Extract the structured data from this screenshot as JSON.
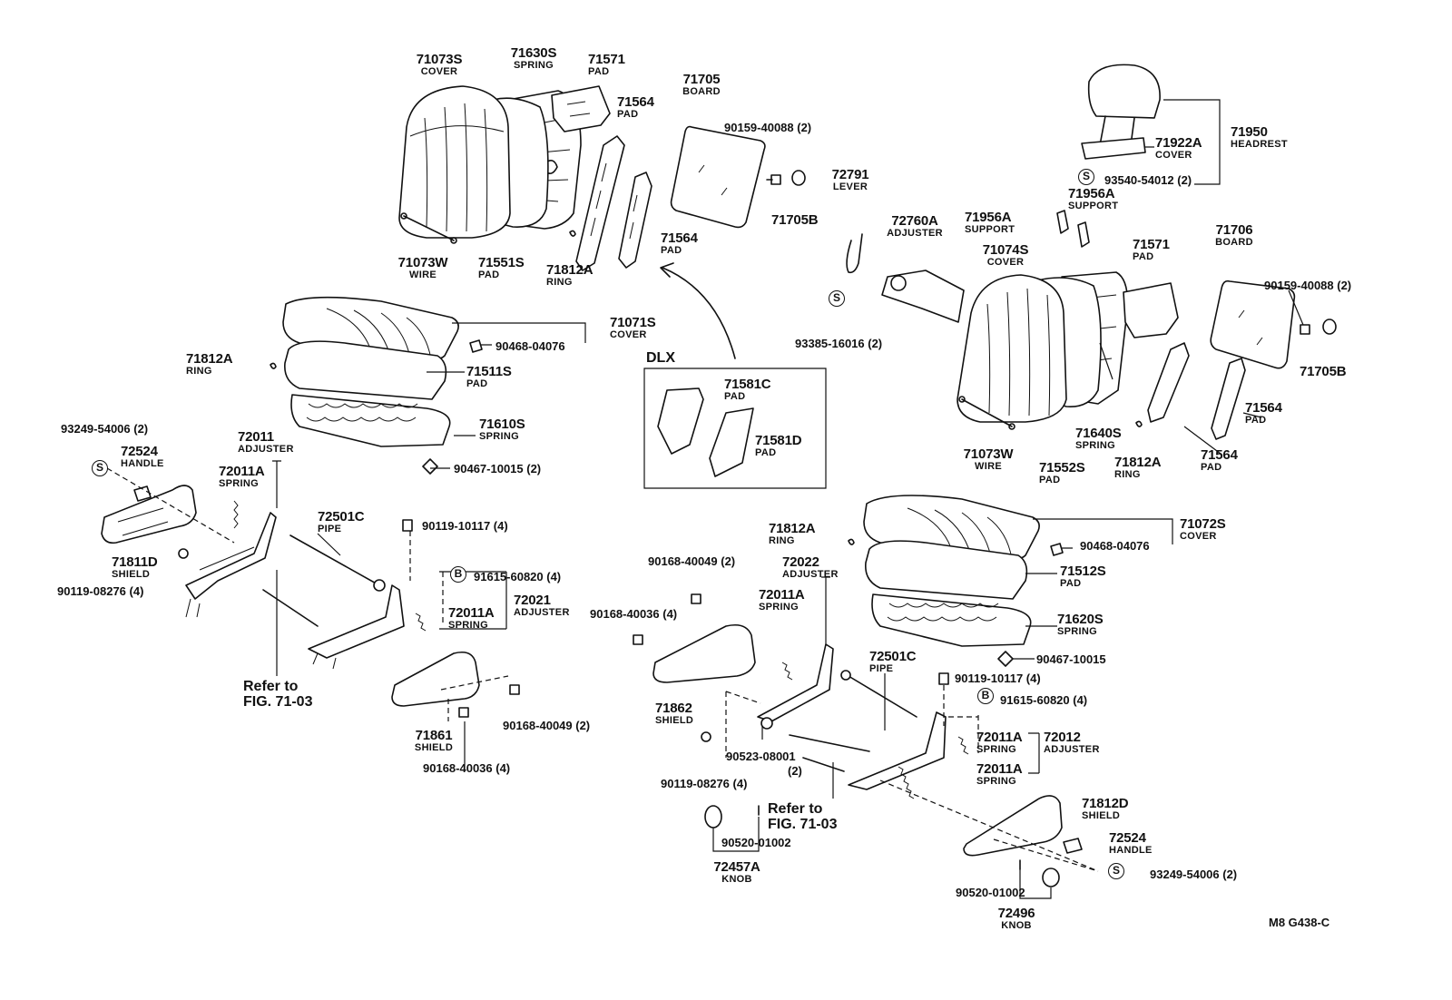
{
  "drawing_code": "M8 G438-C",
  "variant_box_label": "DLX",
  "refer_note": {
    "line1": "Refer to",
    "line2": "FIG. 71-03"
  },
  "symbols": {
    "s": "S",
    "b": "B"
  },
  "callouts": [
    {
      "id": "c1",
      "part": "71073S",
      "name": "COVER"
    },
    {
      "id": "c2",
      "part": "71630S",
      "name": "SPRING"
    },
    {
      "id": "c3",
      "part": "71571",
      "name": "PAD"
    },
    {
      "id": "c4",
      "part": "71564",
      "name": "PAD"
    },
    {
      "id": "c5",
      "part": "71705",
      "name": "BOARD"
    },
    {
      "id": "c6",
      "part": "90159-40088 (2)",
      "name": ""
    },
    {
      "id": "c7",
      "part": "71705B",
      "name": ""
    },
    {
      "id": "c8",
      "part": "71073W",
      "name": "WIRE"
    },
    {
      "id": "c9",
      "part": "71551S",
      "name": "PAD"
    },
    {
      "id": "c10",
      "part": "71812A",
      "name": "RING"
    },
    {
      "id": "c11",
      "part": "71564",
      "name": "PAD"
    },
    {
      "id": "c12",
      "part": "71071S",
      "name": "COVER"
    },
    {
      "id": "c13",
      "part": "90468-04076",
      "name": ""
    },
    {
      "id": "c14",
      "part": "71812A",
      "name": "RING"
    },
    {
      "id": "c15",
      "part": "71511S",
      "name": "PAD"
    },
    {
      "id": "c16",
      "part": "71610S",
      "name": "SPRING"
    },
    {
      "id": "c17",
      "part": "90467-10015 (2)",
      "name": ""
    },
    {
      "id": "c18",
      "part": "93249-54006 (2)",
      "name": ""
    },
    {
      "id": "c19",
      "part": "72524",
      "name": "HANDLE"
    },
    {
      "id": "c20",
      "part": "72011",
      "name": "ADJUSTER"
    },
    {
      "id": "c21",
      "part": "72011A",
      "name": "SPRING"
    },
    {
      "id": "c22",
      "part": "72501C",
      "name": "PIPE"
    },
    {
      "id": "c23",
      "part": "90119-10117 (4)",
      "name": ""
    },
    {
      "id": "c24",
      "part": "71811D",
      "name": "SHIELD"
    },
    {
      "id": "c25",
      "part": "90119-08276 (4)",
      "name": ""
    },
    {
      "id": "c26",
      "part": "91615-60820 (4)",
      "name": ""
    },
    {
      "id": "c27",
      "part": "72021",
      "name": "ADJUSTER"
    },
    {
      "id": "c28",
      "part": "72011A",
      "name": "SPRING"
    },
    {
      "id": "c29",
      "part": "71861",
      "name": "SHIELD"
    },
    {
      "id": "c30",
      "part": "90168-40049 (2)",
      "name": ""
    },
    {
      "id": "c31",
      "part": "90168-40036 (4)",
      "name": ""
    },
    {
      "id": "c32",
      "part": "71581C",
      "name": "PAD"
    },
    {
      "id": "c33",
      "part": "71581D",
      "name": "PAD"
    },
    {
      "id": "c34",
      "part": "72791",
      "name": "LEVER"
    },
    {
      "id": "c35",
      "part": "72760A",
      "name": "ADJUSTER"
    },
    {
      "id": "c36",
      "part": "93385-16016 (2)",
      "name": ""
    },
    {
      "id": "c37",
      "part": "71956A",
      "name": "SUPPORT"
    },
    {
      "id": "c38",
      "part": "71956A",
      "name": "SUPPORT"
    },
    {
      "id": "c39",
      "part": "71074S",
      "name": "COVER"
    },
    {
      "id": "c40",
      "part": "71922A",
      "name": "COVER"
    },
    {
      "id": "c41",
      "part": "71950",
      "name": "HEADREST"
    },
    {
      "id": "c42",
      "part": "93540-54012 (2)",
      "name": ""
    },
    {
      "id": "c43",
      "part": "71571",
      "name": "PAD"
    },
    {
      "id": "c44",
      "part": "71706",
      "name": "BOARD"
    },
    {
      "id": "c45",
      "part": "90159-40088 (2)",
      "name": ""
    },
    {
      "id": "c46",
      "part": "71705B",
      "name": ""
    },
    {
      "id": "c47",
      "part": "71564",
      "name": "PAD"
    },
    {
      "id": "c48",
      "part": "71564",
      "name": "PAD"
    },
    {
      "id": "c49",
      "part": "71640S",
      "name": "SPRING"
    },
    {
      "id": "c50",
      "part": "71812A",
      "name": "RING"
    },
    {
      "id": "c51",
      "part": "71552S",
      "name": "PAD"
    },
    {
      "id": "c52",
      "part": "71073W",
      "name": "WIRE"
    },
    {
      "id": "c53",
      "part": "71812A",
      "name": "RING"
    },
    {
      "id": "c54",
      "part": "71072S",
      "name": "COVER"
    },
    {
      "id": "c55",
      "part": "90468-04076",
      "name": ""
    },
    {
      "id": "c56",
      "part": "71512S",
      "name": "PAD"
    },
    {
      "id": "c57",
      "part": "71620S",
      "name": "SPRING"
    },
    {
      "id": "c58",
      "part": "90467-10015",
      "name": ""
    },
    {
      "id": "c59",
      "part": "90168-40049 (2)",
      "name": ""
    },
    {
      "id": "c60",
      "part": "72022",
      "name": "ADJUSTER"
    },
    {
      "id": "c61",
      "part": "90168-40036 (4)",
      "name": ""
    },
    {
      "id": "c62",
      "part": "72011A",
      "name": "SPRING"
    },
    {
      "id": "c63",
      "part": "72501C",
      "name": "PIPE"
    },
    {
      "id": "c64",
      "part": "90119-10117 (4)",
      "name": ""
    },
    {
      "id": "c65",
      "part": "91615-60820 (4)",
      "name": ""
    },
    {
      "id": "c66",
      "part": "71862",
      "name": "SHIELD"
    },
    {
      "id": "c67",
      "part": "72011A",
      "name": "SPRING"
    },
    {
      "id": "c68",
      "part": "72012",
      "name": "ADJUSTER"
    },
    {
      "id": "c69",
      "part": "72011A",
      "name": "SPRING"
    },
    {
      "id": "c70",
      "part": "90523-08001",
      "name": "(2)"
    },
    {
      "id": "c71",
      "part": "90119-08276 (4)",
      "name": ""
    },
    {
      "id": "c72",
      "part": "71812D",
      "name": "SHIELD"
    },
    {
      "id": "c73",
      "part": "72524",
      "name": "HANDLE"
    },
    {
      "id": "c74",
      "part": "93249-54006 (2)",
      "name": ""
    },
    {
      "id": "c75",
      "part": "90520-01002",
      "name": ""
    },
    {
      "id": "c76",
      "part": "72457A",
      "name": "KNOB"
    },
    {
      "id": "c77",
      "part": "90520-01002",
      "name": ""
    },
    {
      "id": "c78",
      "part": "72496",
      "name": "KNOB"
    }
  ]
}
